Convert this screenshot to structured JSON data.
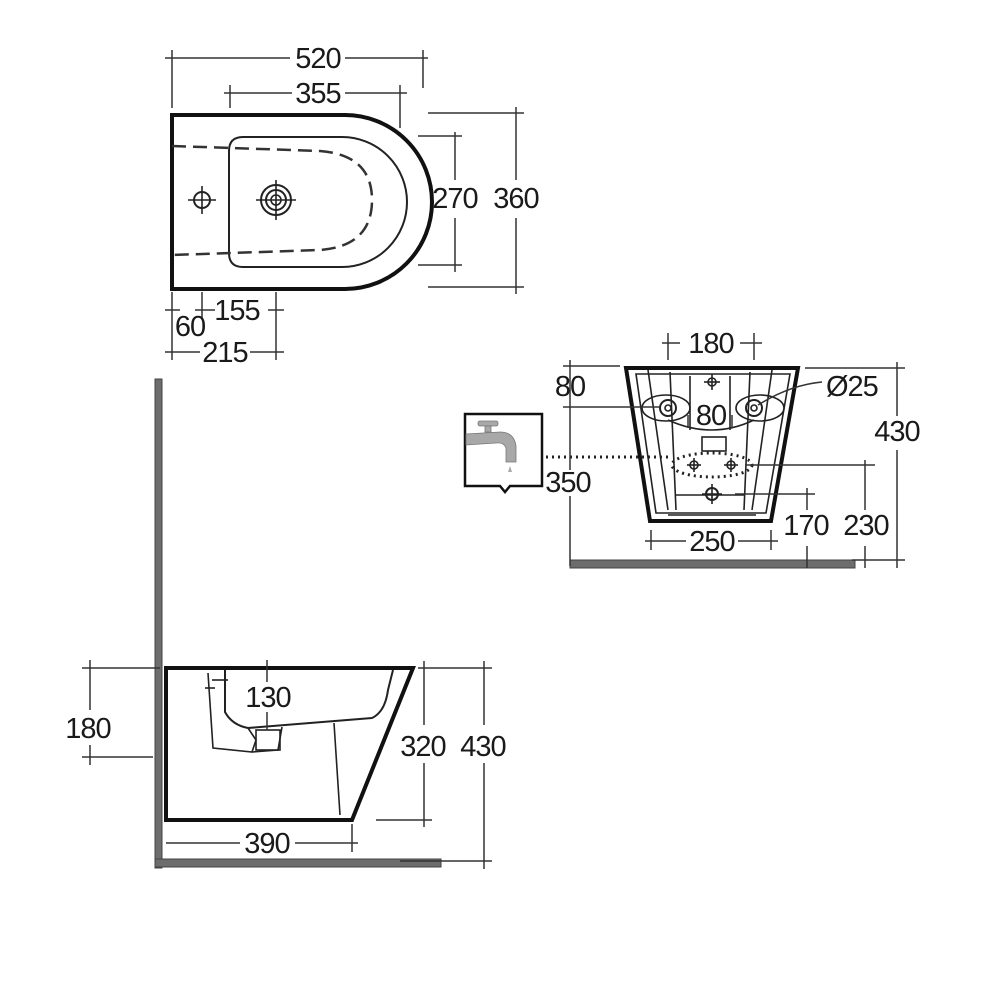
{
  "drawing": {
    "units": "mm",
    "colors": {
      "line": "#111111",
      "wall": "#6d6d6d",
      "tap": "#a8a8a8",
      "background": "#ffffff"
    },
    "top_view": {
      "overall_length": "520",
      "bowl_length": "355",
      "bowl_width": "270",
      "overall_width": "360",
      "tap_hole_offset_from_back": "60",
      "waste_offset": "155",
      "waste_from_back": "215"
    },
    "rear_view": {
      "fixing_centres": "180",
      "fixing_height_label": "80",
      "fixing_inner_label": "80",
      "hole_diameter": "Ø25",
      "overall_height": "430",
      "supply_height": "350",
      "waste_height_1": "170",
      "waste_height_2": "230",
      "base_width": "250"
    },
    "side_view": {
      "rim_to_waste_height": "180",
      "bowl_depth": "130",
      "body_height": "320",
      "overall_height": "430",
      "projection": "390"
    },
    "icons": {
      "tap": "tap-icon"
    }
  }
}
